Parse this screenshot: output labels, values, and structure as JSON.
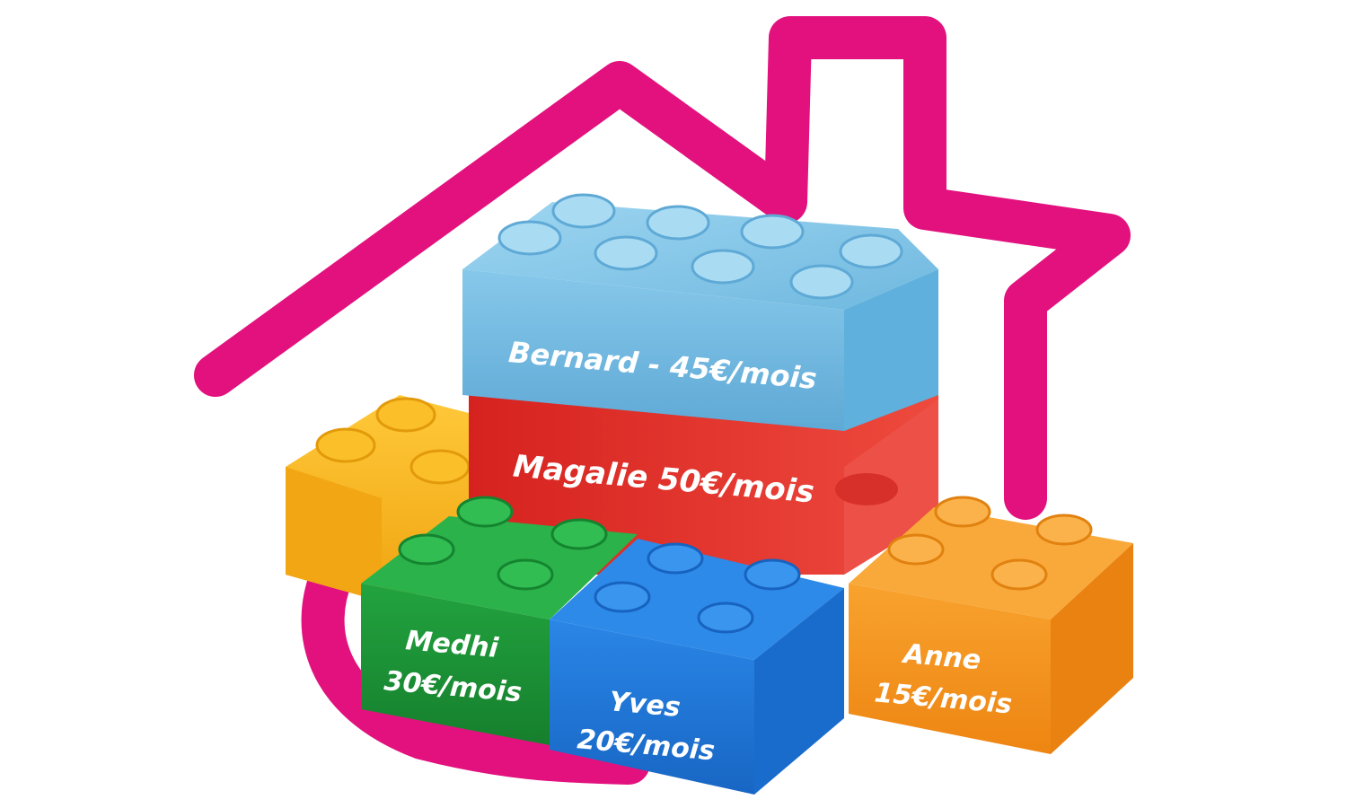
{
  "colors": {
    "house_outline": "#e2117e",
    "light_blue": "#7ec4e6",
    "red": "#e0322f",
    "yellow": "#f7b51c",
    "green": "#1f9a3a",
    "blue": "#1f78d8",
    "orange": "#f5931f"
  },
  "bricks": {
    "bernard": {
      "label": "Bernard - 45€/mois"
    },
    "magalie": {
      "label": "Magalie 50€/mois"
    },
    "medhi": {
      "line1": "Medhi",
      "line2": "30€/mois"
    },
    "yves": {
      "line1": "Yves",
      "line2": "20€/mois"
    },
    "anne": {
      "line1": "Anne",
      "line2": "15€/mois"
    }
  }
}
